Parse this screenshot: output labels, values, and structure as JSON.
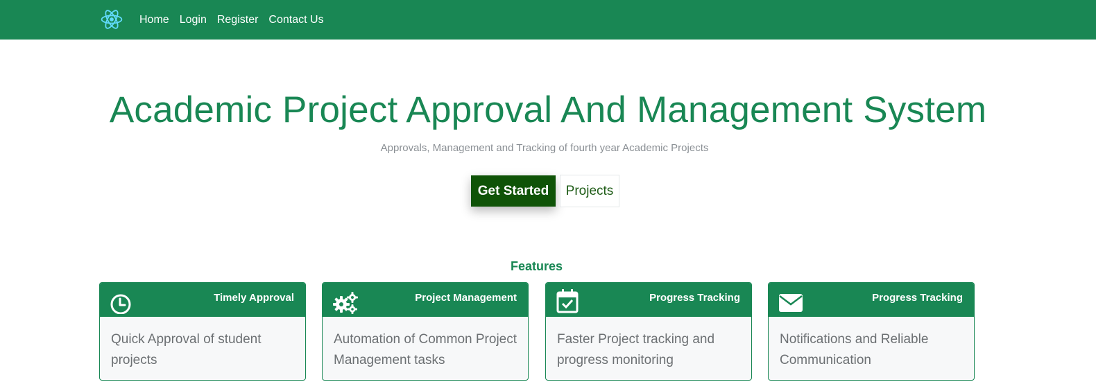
{
  "navbar": {
    "logo_icon": "react-atom-icon",
    "links": [
      "Home",
      "Login",
      "Register",
      "Contact Us"
    ]
  },
  "hero": {
    "title": "Academic Project Approval And Management System",
    "subtitle": "Approvals, Management and Tracking of fourth year Academic Projects",
    "primary_button": "Get Started",
    "secondary_button": "Projects"
  },
  "features": {
    "heading": "Features",
    "cards": [
      {
        "icon": "clock-icon",
        "title": "Timely Approval",
        "text": "Quick Approval of student projects"
      },
      {
        "icon": "gears-icon",
        "title": "Project Management",
        "text": "Automation of Common Project Management tasks"
      },
      {
        "icon": "calendar-check-icon",
        "title": "Progress Tracking",
        "text": "Faster Project tracking and progress monitoring"
      },
      {
        "icon": "envelope-icon",
        "title": "Progress Tracking",
        "text": "Notifications and Reliable Communication"
      }
    ]
  },
  "colors": {
    "brand_green": "#198754",
    "primary_button_bg": "#0f5307",
    "logo_cyan": "#61dafb"
  }
}
